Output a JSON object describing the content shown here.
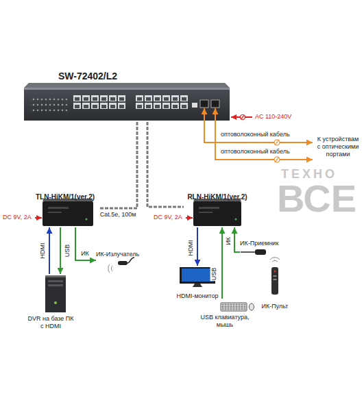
{
  "diagram": {
    "nodes": [
      {
        "text": [
          "SW-72402/L2"
        ]
      },
      {
        "text": [
          "TLN-HiKM/1(ver.2)"
        ]
      },
      {
        "text": [
          "RLN-HiKM/1(ver.2)"
        ]
      },
      {
        "text": [
          "DVR на базе ПК с HDMI"
        ]
      },
      {
        "text": [
          "ИК-Излучатель"
        ]
      },
      {
        "text": [
          "HDMI-монитор"
        ]
      },
      {
        "text": [
          "USB клавиатура, мышь"
        ]
      },
      {
        "text": [
          "ИК-Приемник"
        ]
      },
      {
        "text": [
          "ИК-Пульт"
        ]
      }
    ],
    "edges": [
      {
        "from": 0,
        "to": 1,
        "arrow": "none",
        "label": "Cat.5e, 100м"
      },
      {
        "from": 0,
        "to": 2,
        "arrow": "none"
      },
      {
        "from": 3,
        "to": 1,
        "arrow": "to",
        "label": "HDMI"
      },
      {
        "from": 1,
        "to": 3,
        "arrow": "to",
        "label": "USB"
      },
      {
        "from": 1,
        "to": 4,
        "arrow": "to",
        "label": "ИК"
      },
      {
        "from": 2,
        "to": 5,
        "arrow": "to",
        "label": "HDMI"
      },
      {
        "from": 6,
        "to": 2,
        "arrow": "to",
        "label": "USB"
      },
      {
        "from": 7,
        "to": 2,
        "arrow": "to",
        "label": "ИК"
      }
    ],
    "labels": [
      "AC 110-240V",
      "оптоволоконный кабель",
      "оптоволоконный кабель",
      "К устройствам с оптическими портами",
      "DC 9V, 2A",
      "DC 9V, 2A",
      "ТЕХНО",
      "ВСЕ"
    ]
  }
}
